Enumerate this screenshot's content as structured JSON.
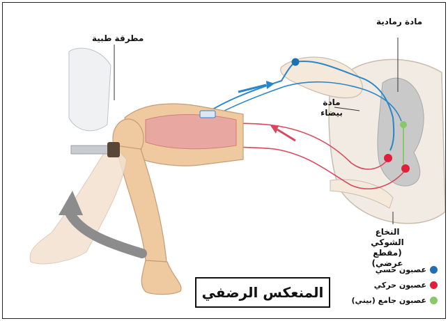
{
  "title": "المنعكس الرضفي",
  "labels": {
    "grey_matter": "مادة رمادية",
    "white_matter": "مادة بيضاء",
    "reflex_hammer": "مطرقة طبية",
    "spinal_cord": "النخاع الشوكي (مقطع عرضي)"
  },
  "legend": [
    {
      "label": "عصبون حسي",
      "color": "#1f6fb5"
    },
    {
      "label": "عصبون حركي",
      "color": "#e0203a"
    },
    {
      "label": "عصبون جامع (بيني)",
      "color": "#86c96a"
    }
  ],
  "colors": {
    "sensory_path": "#2a86c8",
    "motor_path": "#d8485c",
    "arrow_grey": "#8c8c8c",
    "skin": "#efc9a0",
    "muscle": "#e8a7a0",
    "grey_matter_fill": "#c9c9c9",
    "white_matter_fill": "#f1ebe4"
  }
}
